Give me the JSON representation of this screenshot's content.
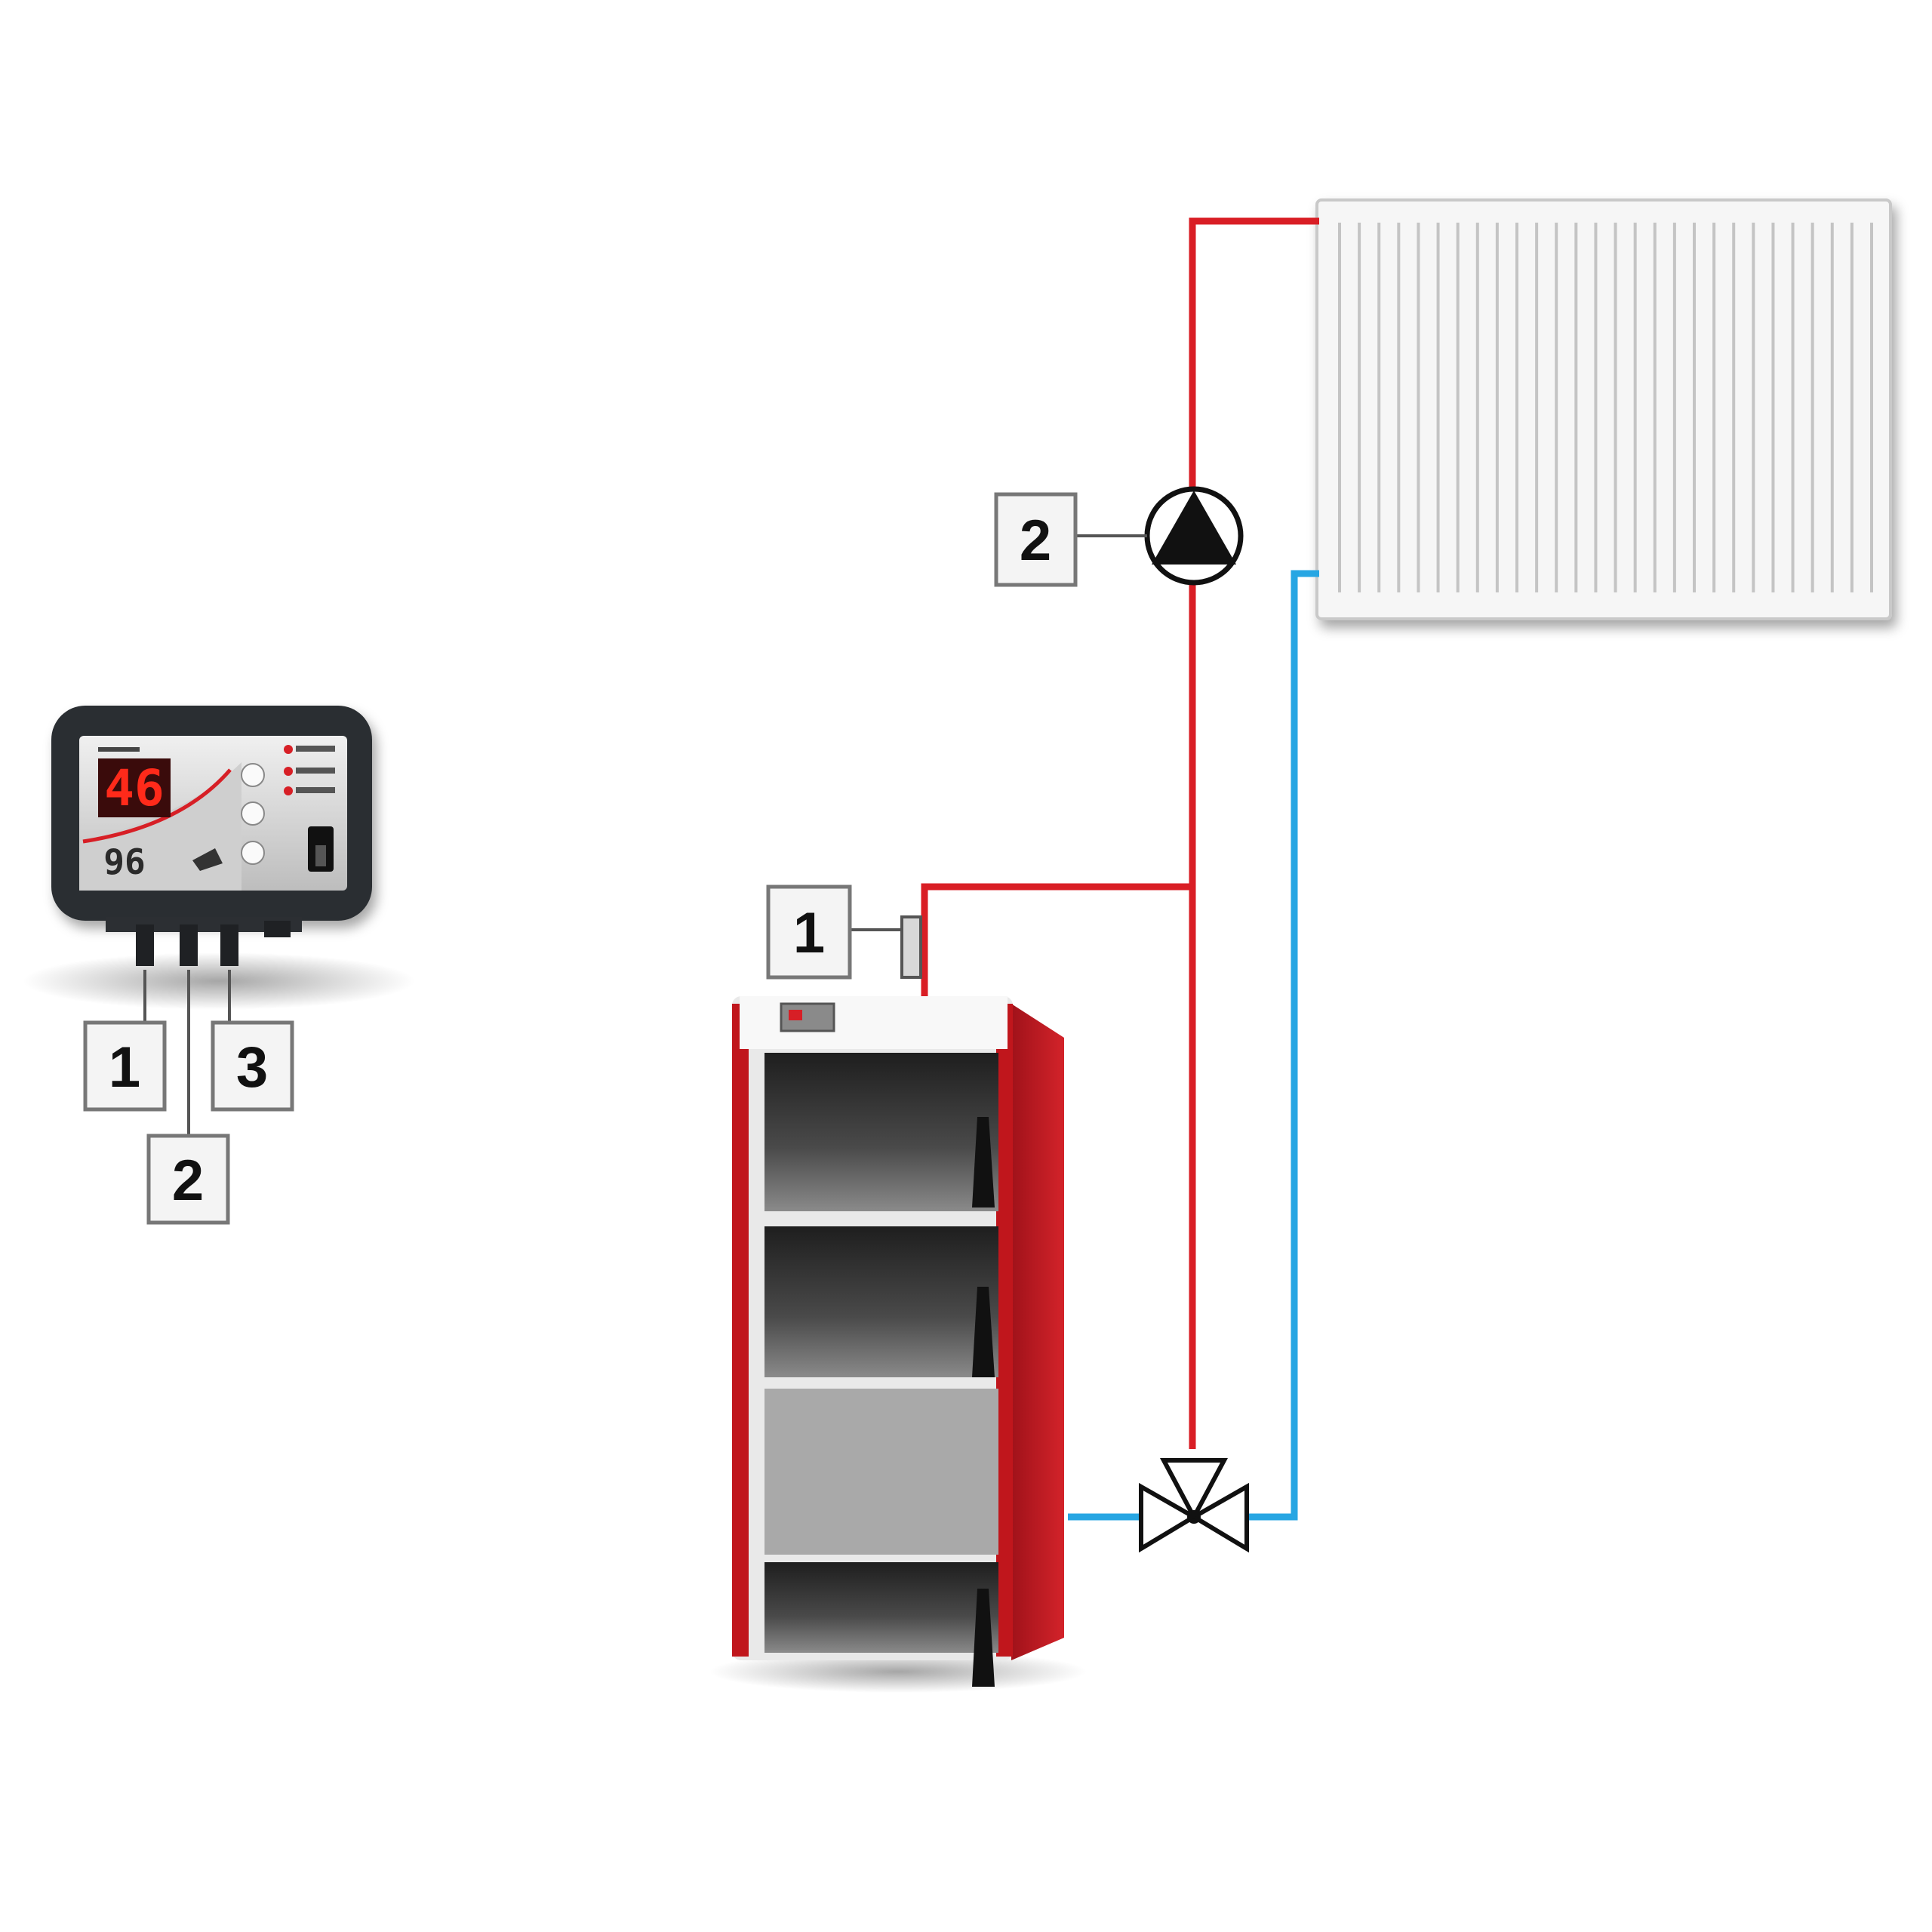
{
  "colors": {
    "supply_pipe": "#d91e25",
    "return_pipe": "#27a6e3",
    "boiler_red": "#c0161c",
    "controller_body": "#2c2f33",
    "display_digits": "#ff2a1a"
  },
  "controller": {
    "display_value": "46",
    "secondary_value": "96",
    "ports": [
      {
        "label": "1"
      },
      {
        "label": "2"
      },
      {
        "label": "3"
      }
    ]
  },
  "system": {
    "sensor_label": "1",
    "pump_label": "2"
  },
  "icons": [
    "circulation-pump-icon",
    "three-way-valve-icon",
    "temperature-sensor-icon"
  ]
}
